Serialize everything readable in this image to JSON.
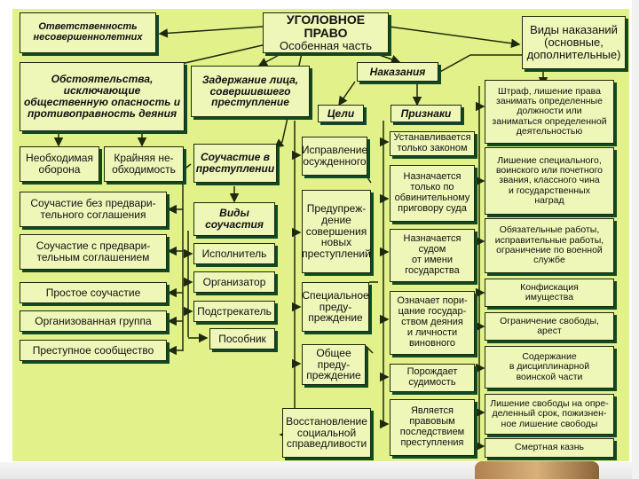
{
  "boxes": {
    "responsibility_minors": "Ответственность\nнесовершеннолетних",
    "title": "УГОЛОВНОЕ ПРАВО",
    "subtitle": "Особенная часть",
    "kinds_punishments": "Виды наказаний\n(основные,\nдополнительные)",
    "circumstances": "Обстоятельства,\nисключающие\nобщественную опасность и\nпротивоправность деяния",
    "detention": "Задержание лица,\nсовершившего\nпреступление",
    "punishments": "Наказания",
    "necessary_defense": "Необходимая\nоборона",
    "extreme_necessity": "Крайняя не-\nобходимость",
    "complicity": "Соучастие в\nпреступлении",
    "goals": "Цели",
    "signs": "Признаки",
    "complicity_no_agreement": "Соучастие без предвари-\nтельного соглашения",
    "complicity_with_agreement": "Соучастие с предвари-\nтельным соглашением",
    "simple_complicity": "Простое соучастие",
    "organized_group": "Организованная группа",
    "criminal_community": "Преступное сообщество",
    "kinds_complicity": "Виды\nсоучастия",
    "executor": "Исполнитель",
    "organizer": "Организатор",
    "instigator": "Подстрекатель",
    "accomplice": "Пособник",
    "correction": "Исправление\nосужденного",
    "prevention_new": "Предупреж-\nдение\nсовершения\nновых\nпреступлений",
    "special_prevention": "Специальное\nпреду-\nпреждение",
    "general_prevention": "Общее преду-\nпреждение",
    "restoration_justice": "Восстановление\nсоциальной\nсправедливости",
    "sign_law": "Устанавливается\nтолько законом",
    "sign_verdict": "Назначается\nтолько по\nобвинительному\nприговору суда",
    "sign_state": "Назначается\nсудом\nот имени\nгосударства",
    "sign_condemnation": "Означает пори-\nцание государ-\nством деяния\nи личности\nвиновного",
    "sign_record": "Порождает\nсудимость",
    "sign_consequence": "Является\nправовым\nпоследствием\nпреступления",
    "p_fine": "Штраф, лишение права\nзанимать определенные\nдолжности или\nзаниматься определенной\nдеятельностью",
    "p_deprivation_rank": "Лишение специального,\nвоинского или почетного\nзвания, классного чина\nи государственных\nнаград",
    "p_works": "Обязательные работы,\nисправительные работы,\nограничение по военной\nслужбе",
    "p_confiscation": "Конфискация\nимущества",
    "p_restriction": "Ограничение свободы,\nарест",
    "p_military": "Содержание\nв дисциплинарной\nвоинской части",
    "p_imprisonment": "Лишение свободы на опре-\nделенный срок, пожизнен-\nное лишение свободы",
    "p_death": "Смертная казнь"
  },
  "colors": {
    "board": "#e3f18b",
    "box_fill": "#eef6b8",
    "shadow": "#0f4a25",
    "line": "#1d2a0d"
  }
}
